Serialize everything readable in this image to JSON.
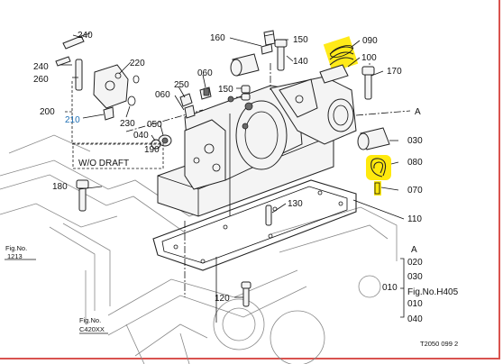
{
  "diagram": {
    "callouts": {
      "p240a": "240",
      "p240b": "240",
      "p260": "260",
      "p200": "200",
      "p210": "210",
      "p220": "220",
      "p230": "230",
      "p250": "250",
      "p060a": "060",
      "p060b": "060",
      "p050": "050",
      "p040": "040",
      "p190": "190",
      "p180": "180",
      "p160": "160",
      "p150a": "150",
      "p140": "140",
      "p150b": "150",
      "p090": "090",
      "p100": "100",
      "p170": "170",
      "pA": "A",
      "p030": "030",
      "p080": "080",
      "p070": "070",
      "p110": "110",
      "p130": "130",
      "p120": "120"
    },
    "draft_box": {
      "label": "W/O  DRAFT"
    },
    "fig_refs": [
      {
        "title": "Fig.No.",
        "number": "1213"
      },
      {
        "title": "Fig.No.",
        "number": "C420XX"
      }
    ],
    "legend": {
      "head": "A",
      "items": [
        "020",
        "030",
        "Fig.No.H405",
        "010",
        "040"
      ],
      "group_label": "010"
    },
    "footer_code": "T2050 099   2",
    "highlight_color": "#ffe800"
  }
}
